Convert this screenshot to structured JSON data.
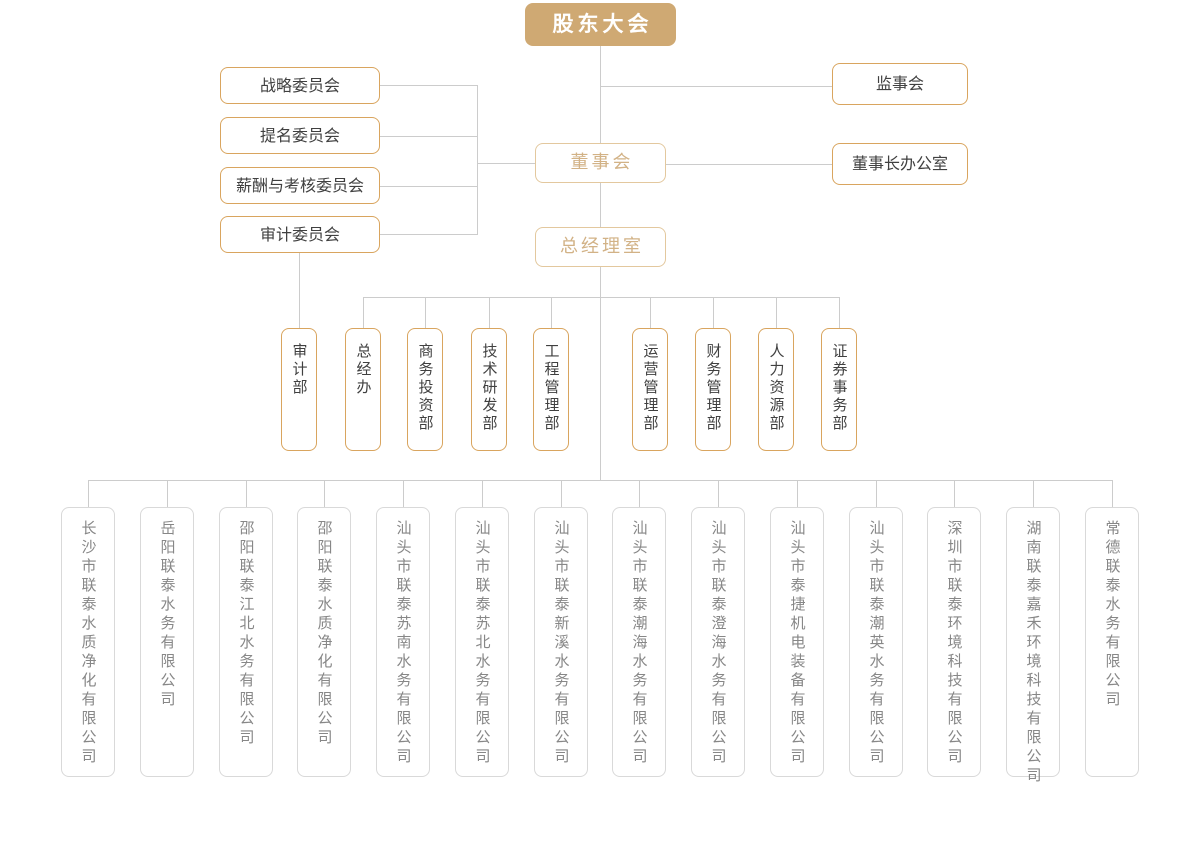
{
  "org_chart": {
    "nodes": {
      "shareholders_meeting": "股东大会",
      "supervisory_board": "监事会",
      "board_of_directors": "董事会",
      "chairman_office": "董事长办公室",
      "general_manager_office": "总经理室",
      "committees": [
        "战略委员会",
        "提名委员会",
        "薪酬与考核委员会",
        "审计委员会"
      ],
      "departments": [
        "审计部",
        "总经办",
        "商务投资部",
        "技术研发部",
        "工程管理部",
        "运营管理部",
        "财务管理部",
        "人力资源部",
        "证券事务部"
      ],
      "subsidiaries": [
        "长沙市联泰水质净化有限公司",
        "岳阳联泰水务有限公司",
        "邵阳联泰江北水务有限公司",
        "邵阳联泰水质净化有限公司",
        "汕头市联泰苏南水务有限公司",
        "汕头市联泰苏北水务有限公司",
        "汕头市联泰新溪水务有限公司",
        "汕头市联泰潮海水务有限公司",
        "汕头市联泰澄海水务有限公司",
        "汕头市泰捷机电装备有限公司",
        "汕头市联泰潮英水务有限公司",
        "深圳市联泰环境科技有限公司",
        "湖南联泰嘉禾环境科技有限公司",
        "常德联泰水务有限公司"
      ]
    },
    "colors": {
      "root_fill": "#cfa973",
      "root_text": "#ffffff",
      "gold_border": "#d9a55f",
      "light_gold_border": "#e3c89e",
      "gold_text": "#d2b286",
      "dark_text": "#404040",
      "gray_border": "#d9d9d9",
      "gray_text": "#878787",
      "connector": "#cccccc"
    }
  }
}
